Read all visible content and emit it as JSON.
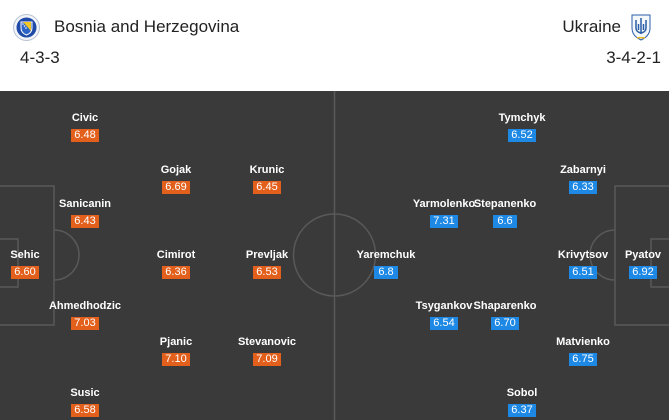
{
  "home": {
    "name": "Bosnia and Herzegovina",
    "formation": "4-3-3",
    "logo_icon": "bosnia-crest-icon",
    "color": "#e2601c",
    "players": [
      {
        "name": "Sehic",
        "rating": "6.60"
      },
      {
        "name": "Civic",
        "rating": "6.48"
      },
      {
        "name": "Sanicanin",
        "rating": "6.43"
      },
      {
        "name": "Ahmedhodzic",
        "rating": "7.03"
      },
      {
        "name": "Susic",
        "rating": "6.58"
      },
      {
        "name": "Gojak",
        "rating": "6.69"
      },
      {
        "name": "Cimirot",
        "rating": "6.36"
      },
      {
        "name": "Pjanic",
        "rating": "7.10"
      },
      {
        "name": "Krunic",
        "rating": "6.45"
      },
      {
        "name": "Prevljak",
        "rating": "6.53"
      },
      {
        "name": "Stevanovic",
        "rating": "7.09"
      }
    ]
  },
  "away": {
    "name": "Ukraine",
    "formation": "3-4-2-1",
    "logo_icon": "ukraine-trident-crest-icon",
    "color": "#1e88e5",
    "players": [
      {
        "name": "Pyatov",
        "rating": "6.92"
      },
      {
        "name": "Krivytsov",
        "rating": "6.51"
      },
      {
        "name": "Zabarnyi",
        "rating": "6.33"
      },
      {
        "name": "Matvienko",
        "rating": "6.75"
      },
      {
        "name": "Tymchyk",
        "rating": "6.52"
      },
      {
        "name": "Stepanenko",
        "rating": "6.6"
      },
      {
        "name": "Shaparenko",
        "rating": "6.70"
      },
      {
        "name": "Sobol",
        "rating": "6.37"
      },
      {
        "name": "Yarmolenko",
        "rating": "7.31"
      },
      {
        "name": "Tsygankov",
        "rating": "6.54"
      },
      {
        "name": "Yaremchuk",
        "rating": "6.8"
      }
    ]
  },
  "pitch": {
    "color": "#3a3a3a",
    "line_color": "#595959"
  }
}
